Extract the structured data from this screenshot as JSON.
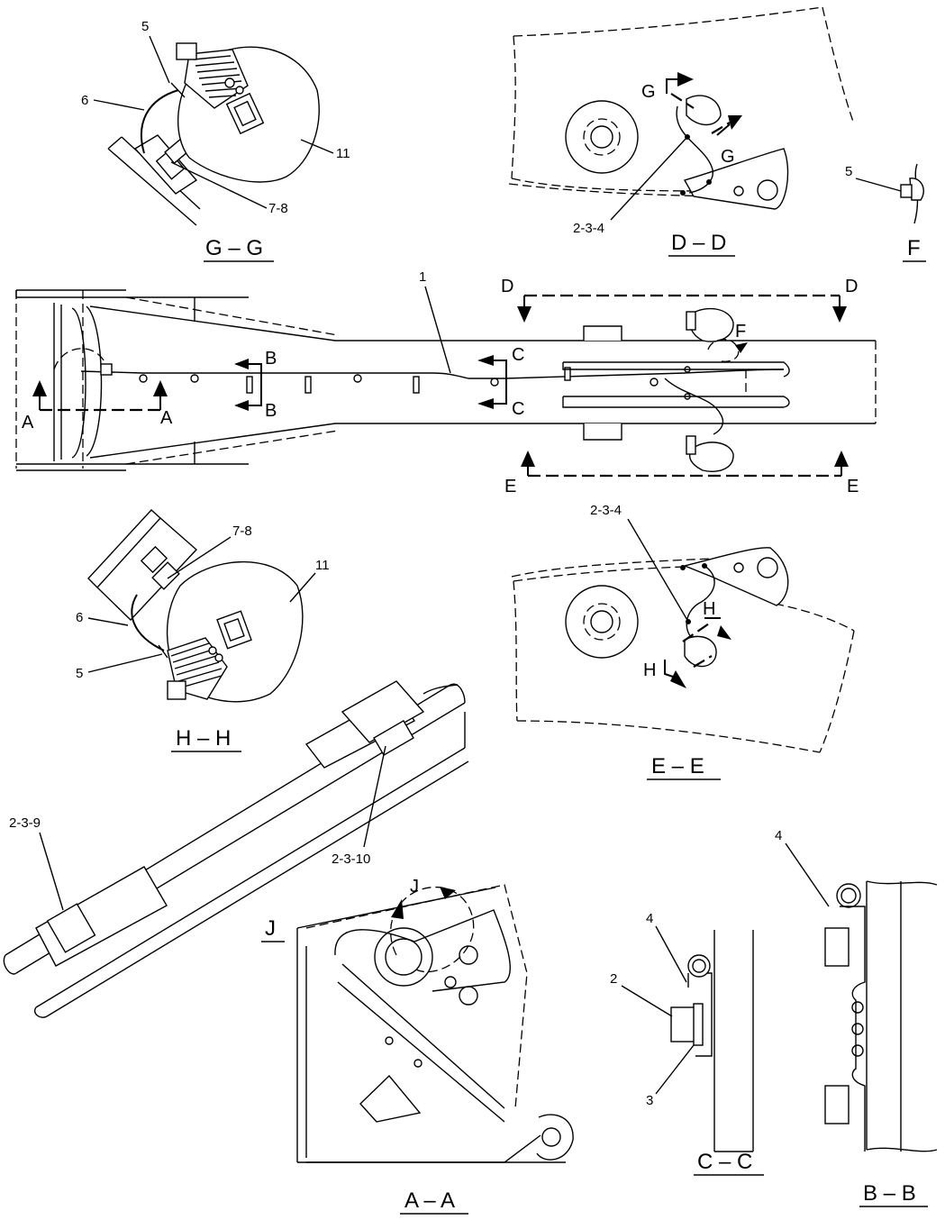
{
  "views": {
    "gg": "G – G",
    "dd": "D – D",
    "f": "F",
    "hh": "H – H",
    "ee": "E – E",
    "j": "J",
    "aa": "A – A",
    "cc": "C – C",
    "bb": "B – B"
  },
  "section_letters": {
    "a": "A",
    "b": "B",
    "c": "C",
    "d": "D",
    "e": "E",
    "f": "F",
    "g": "G",
    "h": "H",
    "j": "J"
  },
  "callouts": {
    "c1": "1",
    "c2": "2",
    "c3": "3",
    "c4": "4",
    "c5": "5",
    "c6": "6",
    "c78": "7-8",
    "c11": "11",
    "c234": "2-3-4",
    "c239": "2-3-9",
    "c2310": "2-3-10"
  }
}
